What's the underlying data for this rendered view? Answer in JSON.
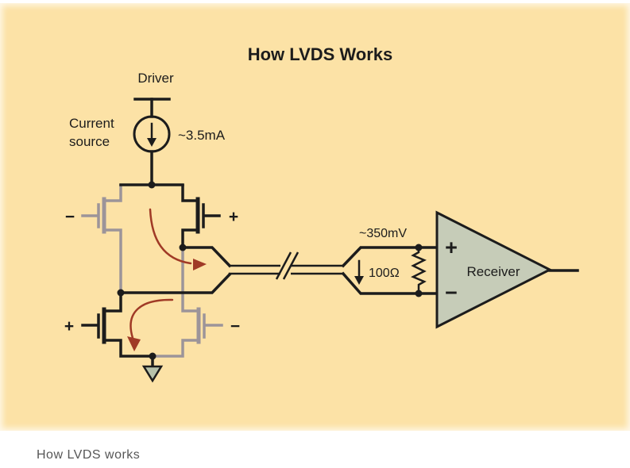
{
  "figure": {
    "title": "How LVDS Works",
    "caption": "How LVDS works",
    "driver": {
      "label": "Driver",
      "current_source_label_line1": "Current",
      "current_source_label_line2": "source",
      "current_value": "~3.5mA",
      "gates": {
        "upper_left": "−",
        "upper_right": "+",
        "lower_left": "+",
        "lower_right": "−"
      }
    },
    "transmission_line": {
      "voltage_label": "~350mV",
      "resistor_label": "100Ω"
    },
    "receiver": {
      "label": "Receiver",
      "plus_input": "+",
      "minus_input": "−"
    },
    "colors": {
      "background": "#fce2a6",
      "active_wire": "#1c1c1c",
      "inactive_wire": "#9c9499",
      "current_arrow": "#a03a26",
      "receiver_fill": "#c6ccb8",
      "ground_fill": "#b7c2ab",
      "caption_text": "#565656"
    }
  }
}
